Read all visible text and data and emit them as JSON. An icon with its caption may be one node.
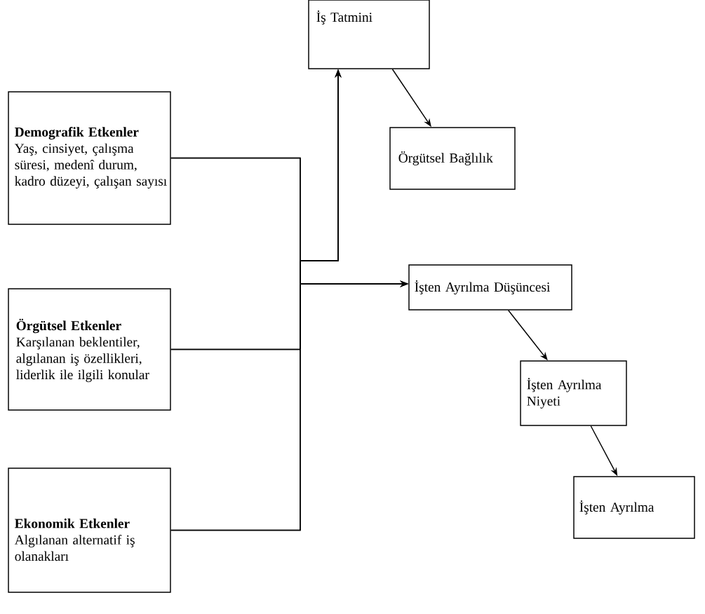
{
  "diagram": {
    "nodes": [
      {
        "text": [
          "Demografik Etkenler",
          "Yaş, cinsiyet, çalışma süresi, medenî durum, kadro düzeyi, çalışan sayısı"
        ]
      },
      {
        "text": [
          "Örgütsel Etkenler",
          "Karşılanan beklentiler, algılanan iş özellikleri, liderlik ile ilgili konular"
        ]
      },
      {
        "text": [
          "Ekonomik Etkenler",
          "Algılanan alternatif iş olanakları"
        ]
      },
      {
        "text": [
          "İş Tatmini"
        ]
      },
      {
        "text": [
          "Örgütsel Bağlılık"
        ]
      },
      {
        "text": [
          "İşten Ayrılma Düşüncesi"
        ]
      },
      {
        "text": [
          "İşten Ayrılma Niyeti"
        ]
      },
      {
        "text": [
          "İşten Ayrılma"
        ]
      }
    ],
    "edges": [
      {
        "from": 0,
        "to": 3,
        "arrow": "to"
      },
      {
        "from": 1,
        "to": 3,
        "arrow": "to"
      },
      {
        "from": 2,
        "to": 3,
        "arrow": "to"
      },
      {
        "from": 0,
        "to": 5,
        "arrow": "to"
      },
      {
        "from": 1,
        "to": 5,
        "arrow": "to"
      },
      {
        "from": 2,
        "to": 5,
        "arrow": "to"
      },
      {
        "from": 3,
        "to": 4,
        "arrow": "to"
      },
      {
        "from": 5,
        "to": 6,
        "arrow": "to"
      },
      {
        "from": 6,
        "to": 7,
        "arrow": "to"
      }
    ]
  }
}
